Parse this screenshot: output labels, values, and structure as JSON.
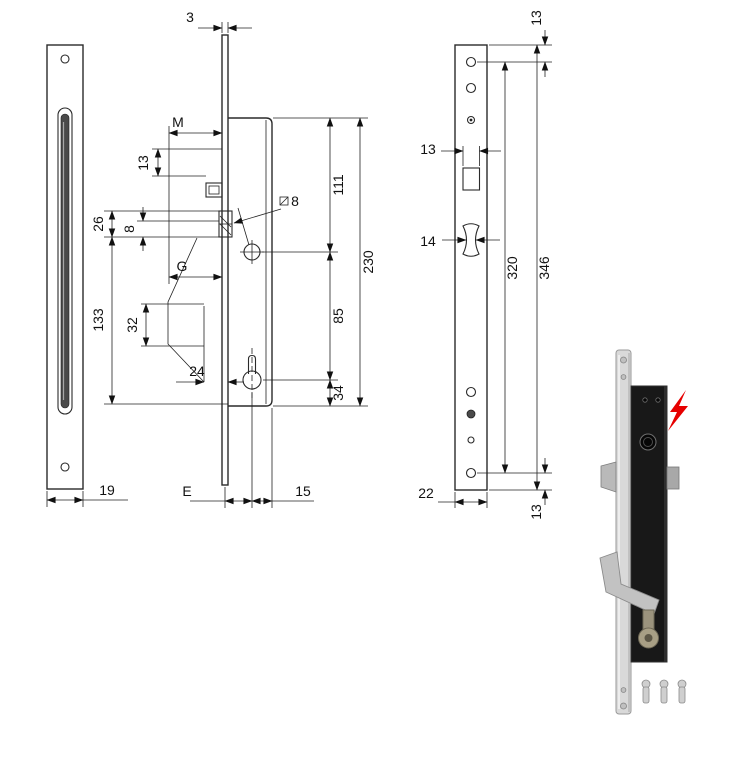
{
  "drawing": {
    "strike_plate": {
      "width": "19"
    },
    "lock": {
      "t3": "3",
      "m": "M",
      "d13": "13",
      "d26": "26",
      "d8": "8",
      "g": "G",
      "d133": "133",
      "d32": "32",
      "d24": "24",
      "e": "E",
      "d15": "15",
      "sq8": "8",
      "d111": "111",
      "d230": "230",
      "d85": "85",
      "d34": "34"
    },
    "plate": {
      "top13": "13",
      "cut13": "13",
      "waist14": "14",
      "d320": "320",
      "d346": "346",
      "d22": "22",
      "bot13": "13"
    }
  }
}
